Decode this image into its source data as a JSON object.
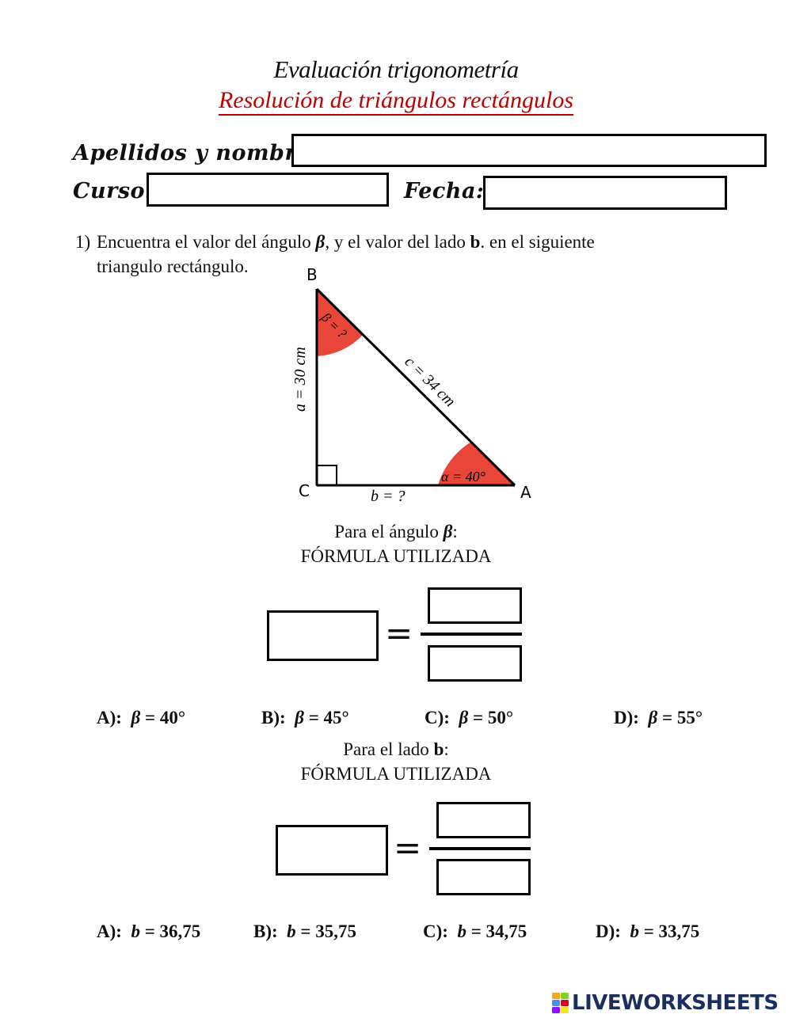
{
  "header": {
    "title": "Evaluación trigonometría",
    "subtitle": "Resolución de triángulos rectángulos"
  },
  "form": {
    "name_label": "Apellidos y nombres:",
    "course_label": "Curso:",
    "date_label": "Fecha:",
    "name_value": "",
    "course_value": "",
    "date_value": ""
  },
  "question1": {
    "number": "1)",
    "text_a": "Encuentra el valor del ángulo ",
    "symbol_beta": "β",
    "text_b": ", y el valor del lado ",
    "symbol_b": "b",
    "text_c": ". en el siguiente",
    "text_line2": "triangulo rectángulo."
  },
  "triangle": {
    "vertex_B": "B",
    "vertex_C": "C",
    "vertex_A": "A",
    "side_a": "a = 30 cm",
    "side_c": "c = 34 cm",
    "side_b": "b = ?",
    "angle_beta": "β = ?",
    "angle_alpha": "α = 40°",
    "fill_color": "#e8463a"
  },
  "part_beta": {
    "heading_a": "Para el ángulo ",
    "heading_symbol": "β",
    "heading_colon": ":",
    "formula_label": "FÓRMULA UTILIZADA",
    "equals": "=",
    "options": [
      {
        "letter": "A):",
        "var": "β",
        "value": "= 40°"
      },
      {
        "letter": "B):",
        "var": "β",
        "value": "= 45°"
      },
      {
        "letter": "C):",
        "var": "β",
        "value": "= 50°"
      },
      {
        "letter": "D):",
        "var": "β",
        "value": "= 55°"
      }
    ]
  },
  "part_b": {
    "heading_a": "Para el lado ",
    "heading_symbol": "b",
    "heading_colon": ":",
    "formula_label": "FÓRMULA UTILIZADA",
    "equals": "=",
    "options": [
      {
        "letter": "A):",
        "var": "b",
        "value": "= 36,75"
      },
      {
        "letter": "B):",
        "var": "b",
        "value": "= 35,75"
      },
      {
        "letter": "C):",
        "var": "b",
        "value": "= 34,75"
      },
      {
        "letter": "D):",
        "var": "b",
        "value": "= 33,75"
      }
    ]
  },
  "footer": {
    "logo_text": "LIVEWORKSHEETS",
    "logo_colors": [
      "#f5a623",
      "#7ed321",
      "#4a90e2",
      "#d0021b",
      "#9013fe",
      "#f8e71c"
    ]
  }
}
